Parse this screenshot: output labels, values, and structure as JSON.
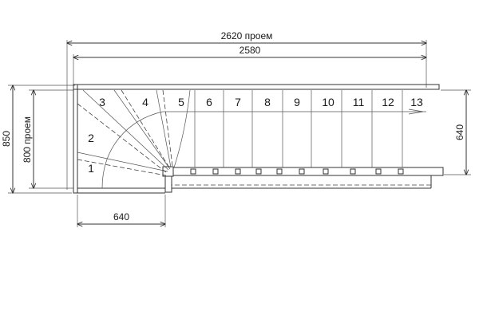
{
  "dimensions": {
    "opening_width": "2620 проем",
    "width": "2580",
    "flight_width": "640",
    "landing_width": "640",
    "opening_depth": "800 проем",
    "depth": "850"
  },
  "steps": [
    "1",
    "2",
    "3",
    "4",
    "5",
    "6",
    "7",
    "8",
    "9",
    "10",
    "11",
    "12",
    "13"
  ]
}
